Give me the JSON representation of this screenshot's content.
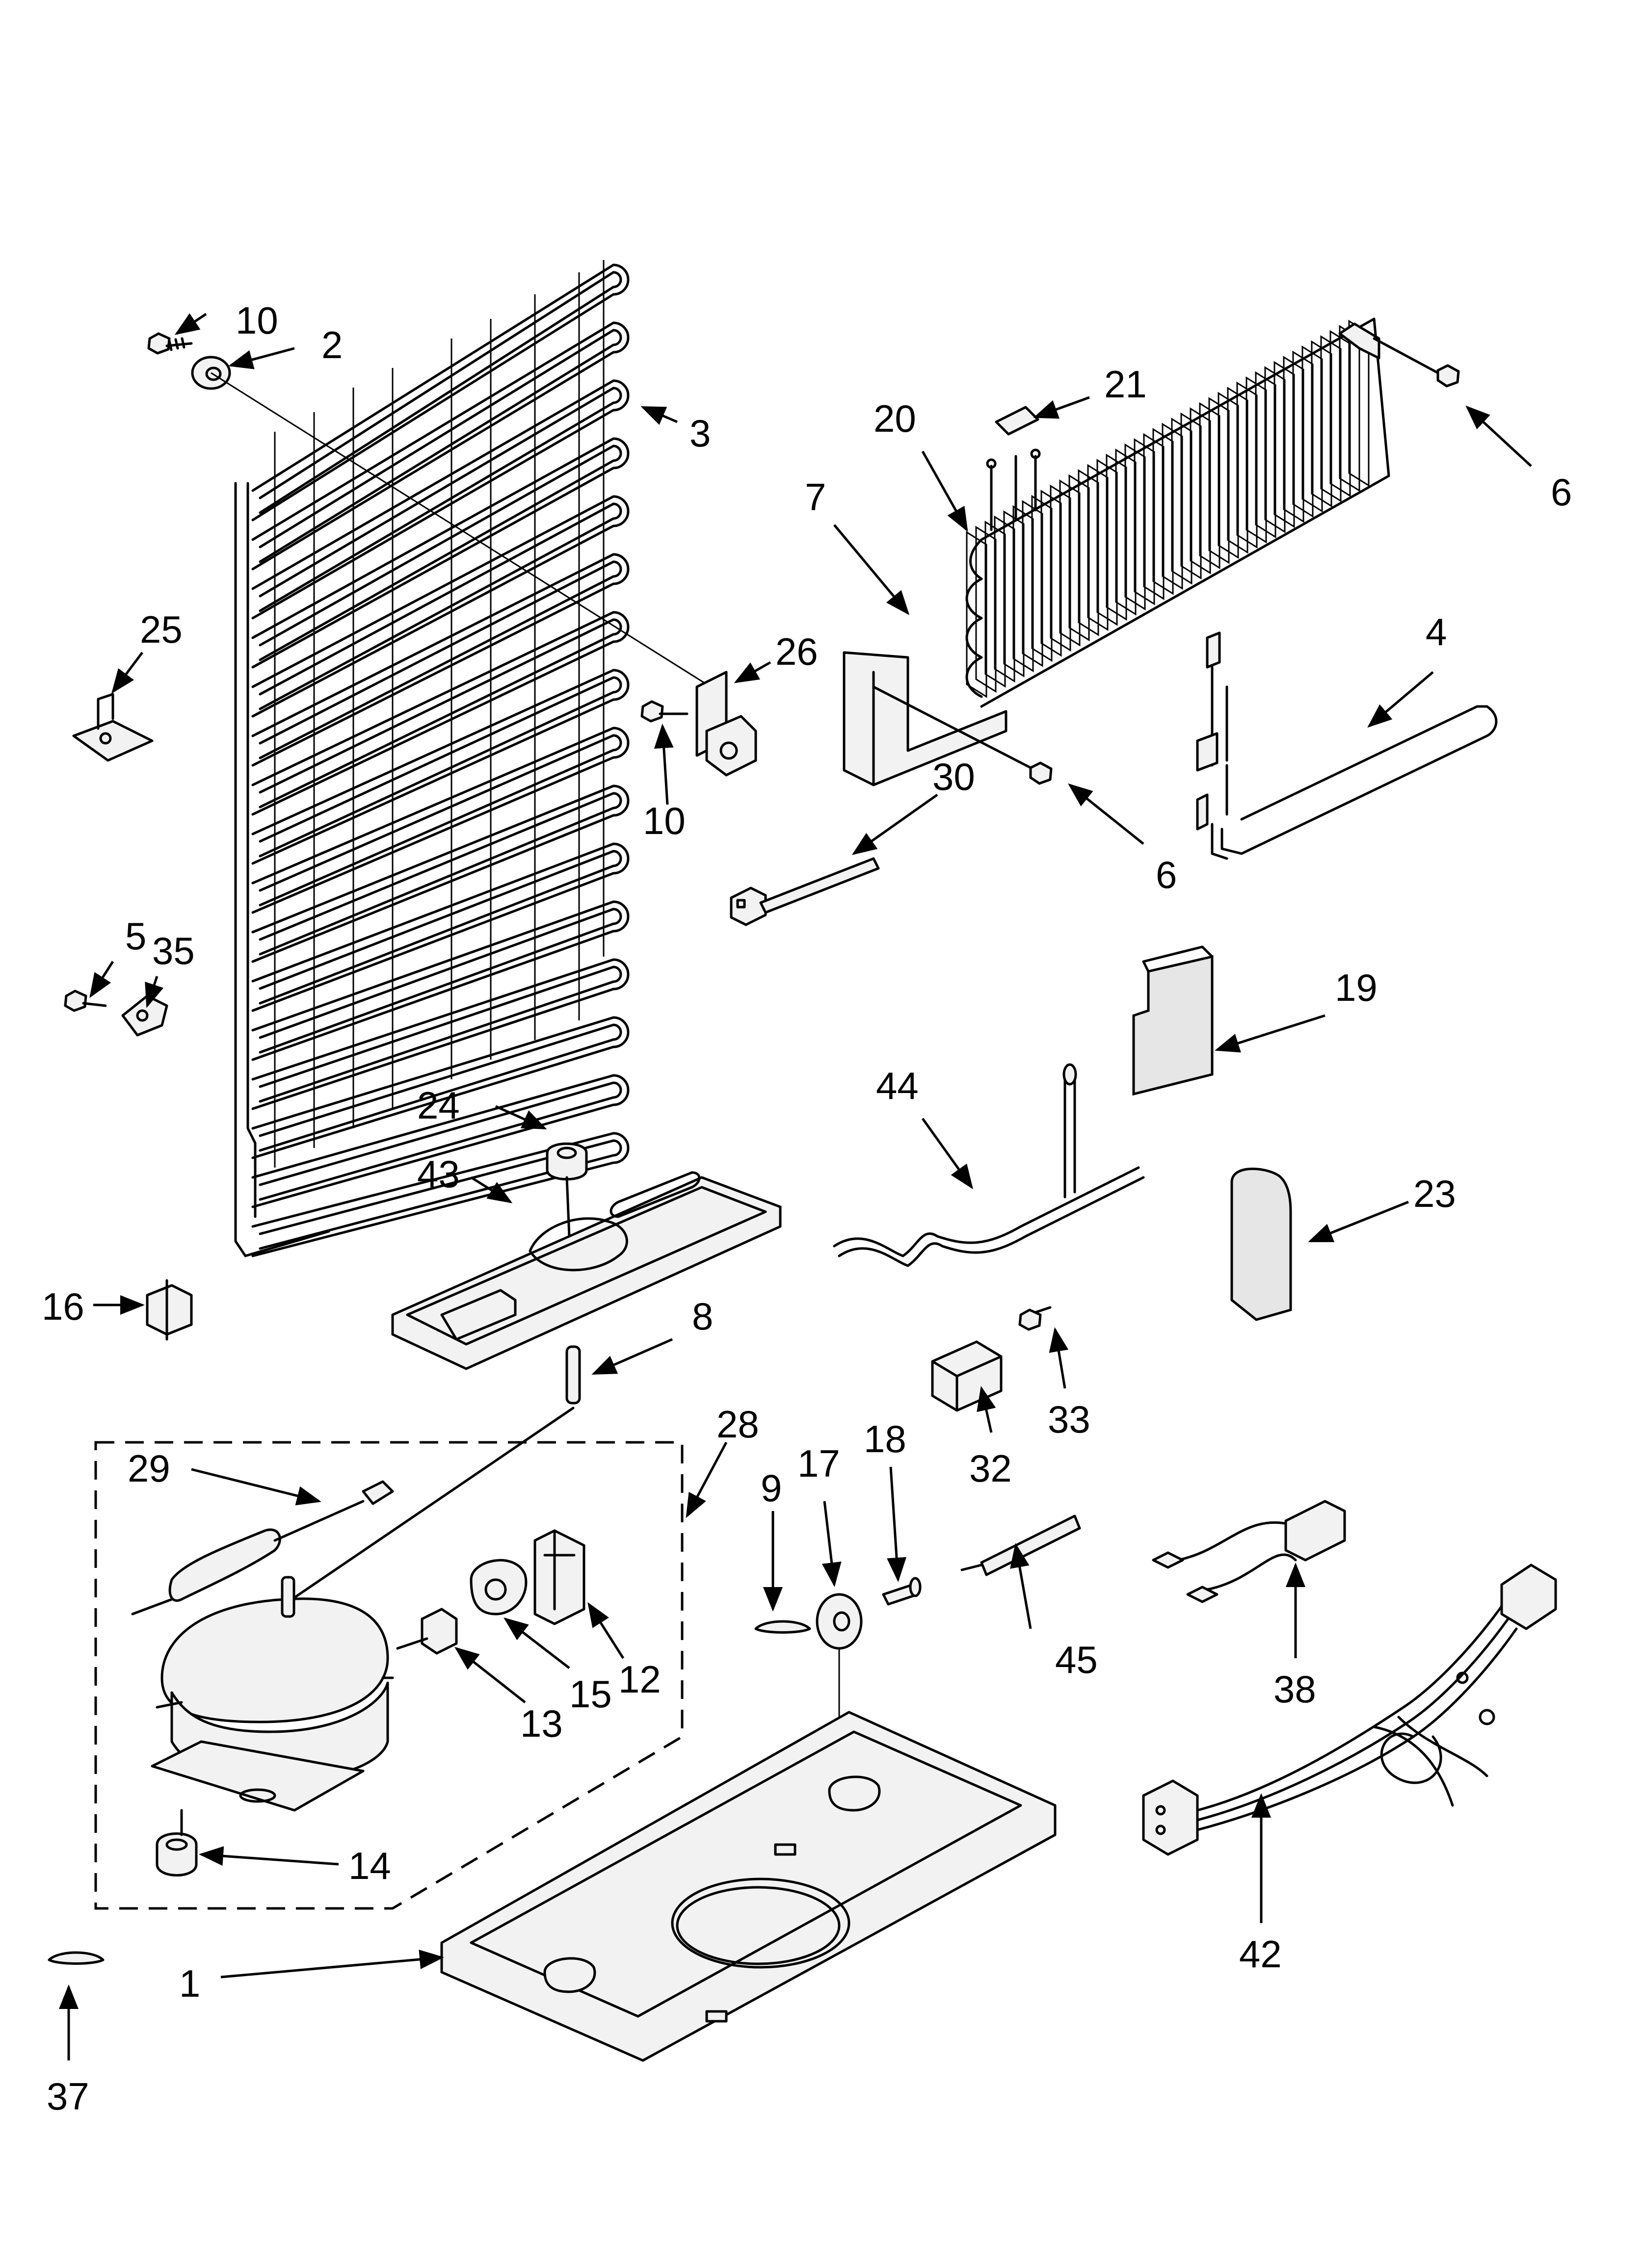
{
  "callouts": [
    {
      "id": "c1",
      "text": "1"
    },
    {
      "id": "c2",
      "text": "2"
    },
    {
      "id": "c3",
      "text": "3"
    },
    {
      "id": "c4",
      "text": "4"
    },
    {
      "id": "c5",
      "text": "5"
    },
    {
      "id": "c6a",
      "text": "6"
    },
    {
      "id": "c6b",
      "text": "6"
    },
    {
      "id": "c7",
      "text": "7"
    },
    {
      "id": "c8",
      "text": "8"
    },
    {
      "id": "c9",
      "text": "9"
    },
    {
      "id": "c10a",
      "text": "10"
    },
    {
      "id": "c10b",
      "text": "10"
    },
    {
      "id": "c12",
      "text": "12"
    },
    {
      "id": "c13",
      "text": "13"
    },
    {
      "id": "c14",
      "text": "14"
    },
    {
      "id": "c15",
      "text": "15"
    },
    {
      "id": "c16",
      "text": "16"
    },
    {
      "id": "c17",
      "text": "17"
    },
    {
      "id": "c18",
      "text": "18"
    },
    {
      "id": "c19",
      "text": "19"
    },
    {
      "id": "c20",
      "text": "20"
    },
    {
      "id": "c21",
      "text": "21"
    },
    {
      "id": "c23",
      "text": "23"
    },
    {
      "id": "c24",
      "text": "24"
    },
    {
      "id": "c25",
      "text": "25"
    },
    {
      "id": "c26",
      "text": "26"
    },
    {
      "id": "c28",
      "text": "28"
    },
    {
      "id": "c29",
      "text": "29"
    },
    {
      "id": "c30",
      "text": "30"
    },
    {
      "id": "c32",
      "text": "32"
    },
    {
      "id": "c33",
      "text": "33"
    },
    {
      "id": "c35",
      "text": "35"
    },
    {
      "id": "c37",
      "text": "37"
    },
    {
      "id": "c38",
      "text": "38"
    },
    {
      "id": "c42",
      "text": "42"
    },
    {
      "id": "c43",
      "text": "43"
    },
    {
      "id": "c44",
      "text": "44"
    },
    {
      "id": "c45",
      "text": "45"
    }
  ]
}
